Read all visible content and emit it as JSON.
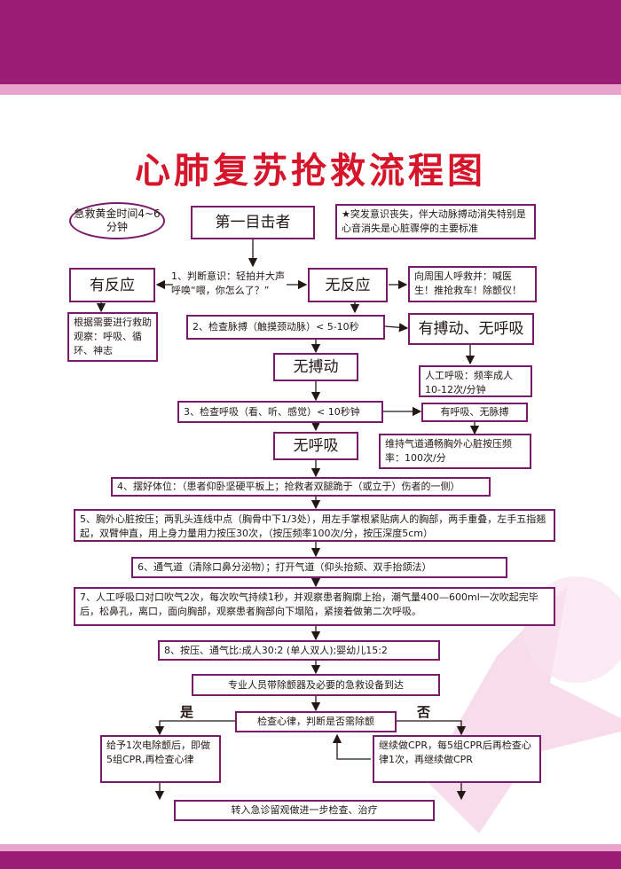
{
  "title": "心肺复苏抢救流程图",
  "golden_time": "急救黄金时间4~6分钟",
  "witness": "第一目击者",
  "note": "★突发意识丧失，伴大动脉搏动消失特别是心音消失是心脏骤停的主要标准",
  "step1": "1、判断意识：轻拍并大声呼唤“喂，你怎么了？”",
  "responsive": "有反应",
  "unresponsive": "无反应",
  "observe": "根据需要进行救助观察：呼吸、循环、神志",
  "call_help": "向周围人呼救并：喊医生！推抢救车！除颤仪！",
  "step2": "2、检查脉搏（触摸颈动脉）< 5-10秒",
  "pulse_no_breath": "有搏动、无呼吸",
  "no_pulse": "无搏动",
  "artificial_resp": "人工呼吸：频率成人10-12次/分钟",
  "step3": "3、检查呼吸（看、听、感觉）< 10秒钟",
  "breath_no_pulse": "有呼吸、无脉搏",
  "no_breath": "无呼吸",
  "airway_compress": "维持气道通畅胸外心脏按压频率：100次/分",
  "step4": "4、摆好体位：（患者仰卧坚硬平板上；抢救者双腿跪于（或立于）伤者的一侧）",
  "step5": "5、胸外心脏按压；两乳头连线中点（胸骨中下1/3处），用左手掌根紧贴病人的胸部，两手重叠，左手五指翘起，双臂伸直，用上身力量用力按压30次，（按压频率100次/分，按压深度5cm）",
  "step6": "6、通气道（清除口鼻分泌物）；打开气道（仰头抬颏、双手抬颌法）",
  "step7": "7、人工呼吸口对口吹气2次，每次吹气持续1秒，并观察患者胸廓上抬，潮气量400—600ml一次吹起完毕后，松鼻孔，离口，面向胸部，观察患者胸部向下塌陷，紧接着做第二次呼吸。",
  "step8": "8、按压、通气比:成人30:2 (单人双人);婴幼儿15:2",
  "arrival": "专业人员带除颤器及必要的急救设备到达",
  "check_rhythm": "检查心律，判断是否需除颤",
  "yes": "是",
  "no": "否",
  "defib": "给予1次电除颤后，即做5组CPR,再检查心律",
  "continue_cpr": "继续做CPR，每5组CPR后再检查心律1次，再继续做CPR",
  "transfer": "转入急诊留观做进一步检查、治疗",
  "colors": {
    "title": "#d6142a",
    "band": "#9b1c74",
    "stripe": "#e9a4cd",
    "border": "#7a1a6a"
  }
}
